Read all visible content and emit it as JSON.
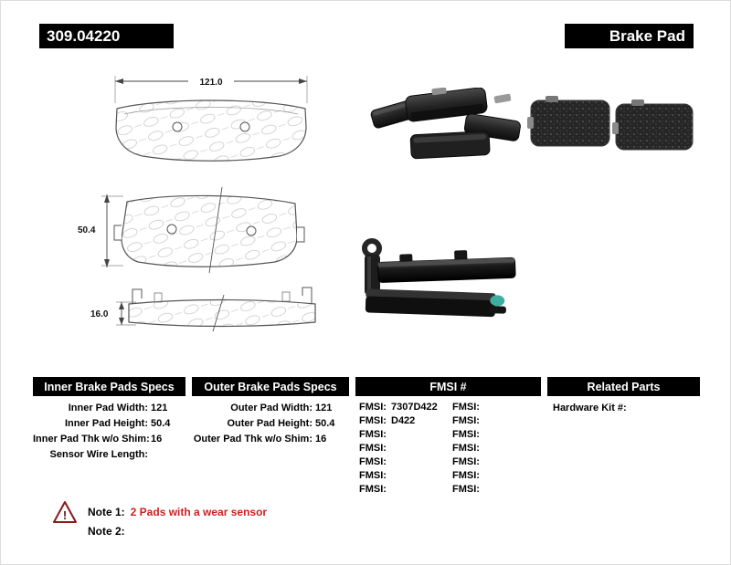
{
  "header": {
    "part_number": "309.04220",
    "product_type": "Brake Pad"
  },
  "drawings": {
    "width_dim": "121.0",
    "height_dim": "50.4",
    "thickness_dim": "16.0"
  },
  "specs": {
    "inner": {
      "title": "Inner Brake Pads Specs",
      "rows": [
        {
          "label": "Inner Pad Width:",
          "value": "121"
        },
        {
          "label": "Inner Pad Height:",
          "value": "50.4"
        },
        {
          "label": "Inner Pad Thk w/o Shim:",
          "value": "16"
        },
        {
          "label": "Sensor Wire Length:",
          "value": ""
        }
      ]
    },
    "outer": {
      "title": "Outer Brake Pads Specs",
      "rows": [
        {
          "label": "Outer Pad Width:",
          "value": "121"
        },
        {
          "label": "Outer Pad Height:",
          "value": "50.4"
        },
        {
          "label": "Outer Pad Thk w/o Shim:",
          "value": "16"
        }
      ]
    },
    "fmsi": {
      "title": "FMSI #",
      "col1": [
        {
          "label": "FMSI:",
          "value": "7307D422"
        },
        {
          "label": "FMSI:",
          "value": "D422"
        },
        {
          "label": "FMSI:",
          "value": ""
        },
        {
          "label": "FMSI:",
          "value": ""
        },
        {
          "label": "FMSI:",
          "value": ""
        },
        {
          "label": "FMSI:",
          "value": ""
        },
        {
          "label": "FMSI:",
          "value": ""
        }
      ],
      "col2": [
        {
          "label": "FMSI:",
          "value": ""
        },
        {
          "label": "FMSI:",
          "value": ""
        },
        {
          "label": "FMSI:",
          "value": ""
        },
        {
          "label": "FMSI:",
          "value": ""
        },
        {
          "label": "FMSI:",
          "value": ""
        },
        {
          "label": "FMSI:",
          "value": ""
        },
        {
          "label": "FMSI:",
          "value": ""
        }
      ]
    },
    "related": {
      "title": "Related Parts",
      "rows": [
        {
          "label": "Hardware Kit #:",
          "value": ""
        }
      ]
    }
  },
  "notes": {
    "note1_label": "Note 1:",
    "note1_text": "2 Pads with a wear sensor",
    "note2_label": "Note 2:",
    "note2_text": "",
    "warning_symbol": "!"
  },
  "colors": {
    "header_bg": "#000000",
    "note_red": "#cc2222",
    "warning_outline": "#8a1a1a",
    "sensor_teal": "#3fae9f"
  }
}
